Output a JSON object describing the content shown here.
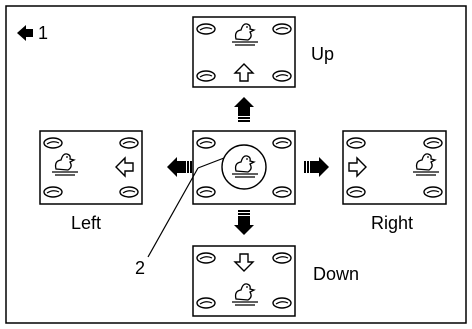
{
  "labels": {
    "up": "Up",
    "left": "Left",
    "right": "Right",
    "down": "Down",
    "callout_1": "1",
    "callout_2": "2"
  },
  "icons": {
    "pointer": "back-arrow-icon",
    "pad": "lily-pad-icon",
    "duck": "duck-icon",
    "direction": "outline-arrow-icon",
    "move": "solid-block-arrow-icon"
  },
  "colors": {
    "ink": "#000000",
    "background": "#ffffff"
  }
}
